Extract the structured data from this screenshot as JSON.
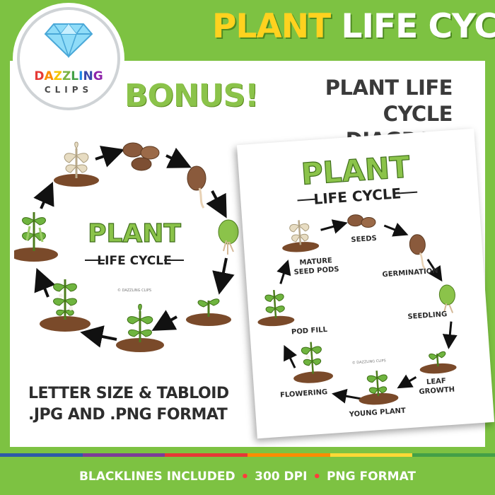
{
  "header": {
    "title_word1": "PLANT",
    "title_word2": "LIFE CYCLE"
  },
  "logo": {
    "name_line1": [
      "D",
      "A",
      "Z",
      "Z",
      "L",
      "I",
      "N",
      "G"
    ],
    "name_line2": "CLIPS",
    "letter_colors": [
      "#e53935",
      "#fb8c00",
      "#fdd835",
      "#7cb342",
      "#43a047",
      "#1e88e5",
      "#3949ab",
      "#8e24aa"
    ],
    "gem_color": "#7fd3f5"
  },
  "bonus": {
    "label": "BONUS!",
    "subtitle_line1": "PLANT LIFE",
    "subtitle_line2": "CYCLE DIAGRAM"
  },
  "left_diagram": {
    "title_line1": "PLANT",
    "title_line2": "LIFE CYCLE",
    "watermark": "© DAZZLING CLIPS"
  },
  "poster": {
    "title_line1": "PLANT",
    "title_line2": "LIFE CYCLE",
    "watermark": "© DAZZLING CLIPS",
    "stages": {
      "seeds": "SEEDS",
      "germination": "GERMINATION",
      "seedling": "SEEDLING",
      "leaf_growth_line1": "LEAF",
      "leaf_growth_line2": "GROWTH",
      "young_plant": "YOUNG PLANT",
      "flowering": "FLOWERING",
      "pod_fill": "POD FILL",
      "mature_line1": "MATURE",
      "mature_line2": "SEED PODS"
    }
  },
  "format": {
    "line1": "LETTER SIZE & TABLOID",
    "line2": ".JPG AND .PNG FORMAT"
  },
  "footer": {
    "item1": "BLACKLINES INCLUDED",
    "item2": "300 DPI",
    "item3": "PNG FORMAT",
    "separator": "•"
  },
  "colors": {
    "brand_green": "#7dc242",
    "title_yellow": "#ffd21f",
    "bonus_green": "#8bc34a",
    "stripe": [
      "#2e5aa8",
      "#7d3c98",
      "#e53935",
      "#fb8c00",
      "#fdd835",
      "#43a047"
    ]
  }
}
